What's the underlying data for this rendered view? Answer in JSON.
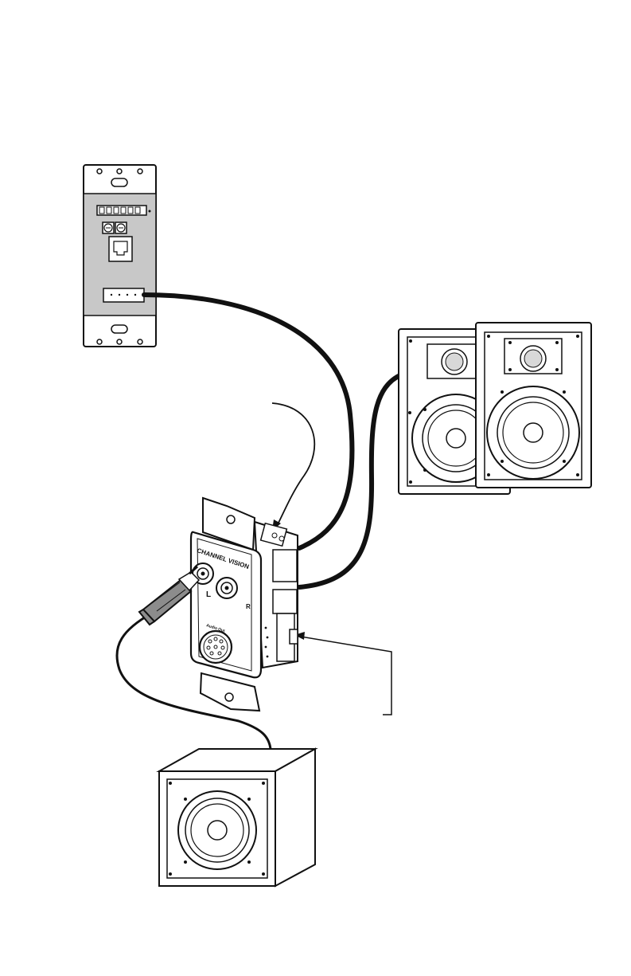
{
  "diagram": {
    "colors": {
      "line": "#111111",
      "plate_panel": "#c8c8c8",
      "plug_gray": "#8c8c8c",
      "background": "#ffffff"
    },
    "labels": {
      "brand": "CHANNEL VISION",
      "left_channel": "L",
      "right_channel": "R",
      "audio_out": "Audio Out"
    },
    "components": [
      "control-wall-plate",
      "amplifier-module",
      "stereo-speakers",
      "subwoofer",
      "rca-plug"
    ]
  }
}
